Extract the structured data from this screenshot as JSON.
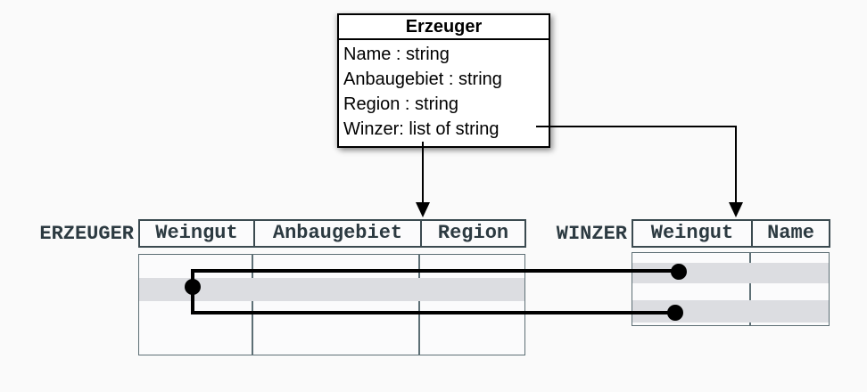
{
  "diagram": {
    "class_box": {
      "title": "Erzeuger",
      "attributes": [
        "Name : string",
        "Anbaugebiet : string",
        "Region : string",
        "Winzer: list of string"
      ]
    },
    "tables": {
      "erzeuger": {
        "label": "ERZEUGER",
        "columns": [
          "Weingut",
          "Anbaugebiet",
          "Region"
        ],
        "striped_rows": [
          2
        ],
        "row_count": 4
      },
      "winzer": {
        "label": "WINZER",
        "columns": [
          "Weingut",
          "Name"
        ],
        "striped_rows": [
          2,
          4
        ],
        "row_count": 4
      }
    },
    "relations": [
      "Erzeuger class maps to ERZEUGER table (arrow)",
      "Winzer attribute maps to WINZER table (arrow)",
      "ERZEUGER striped row links to two WINZER striped rows (dot-ended lines)"
    ],
    "colors": {
      "background": "#fafafa",
      "box_border": "#000000",
      "table_text": "#2c3a41",
      "header_border": "#3b4a50",
      "body_border": "#5d6f75",
      "row_stripe": "#dcdde1",
      "connector": "#000000"
    }
  }
}
